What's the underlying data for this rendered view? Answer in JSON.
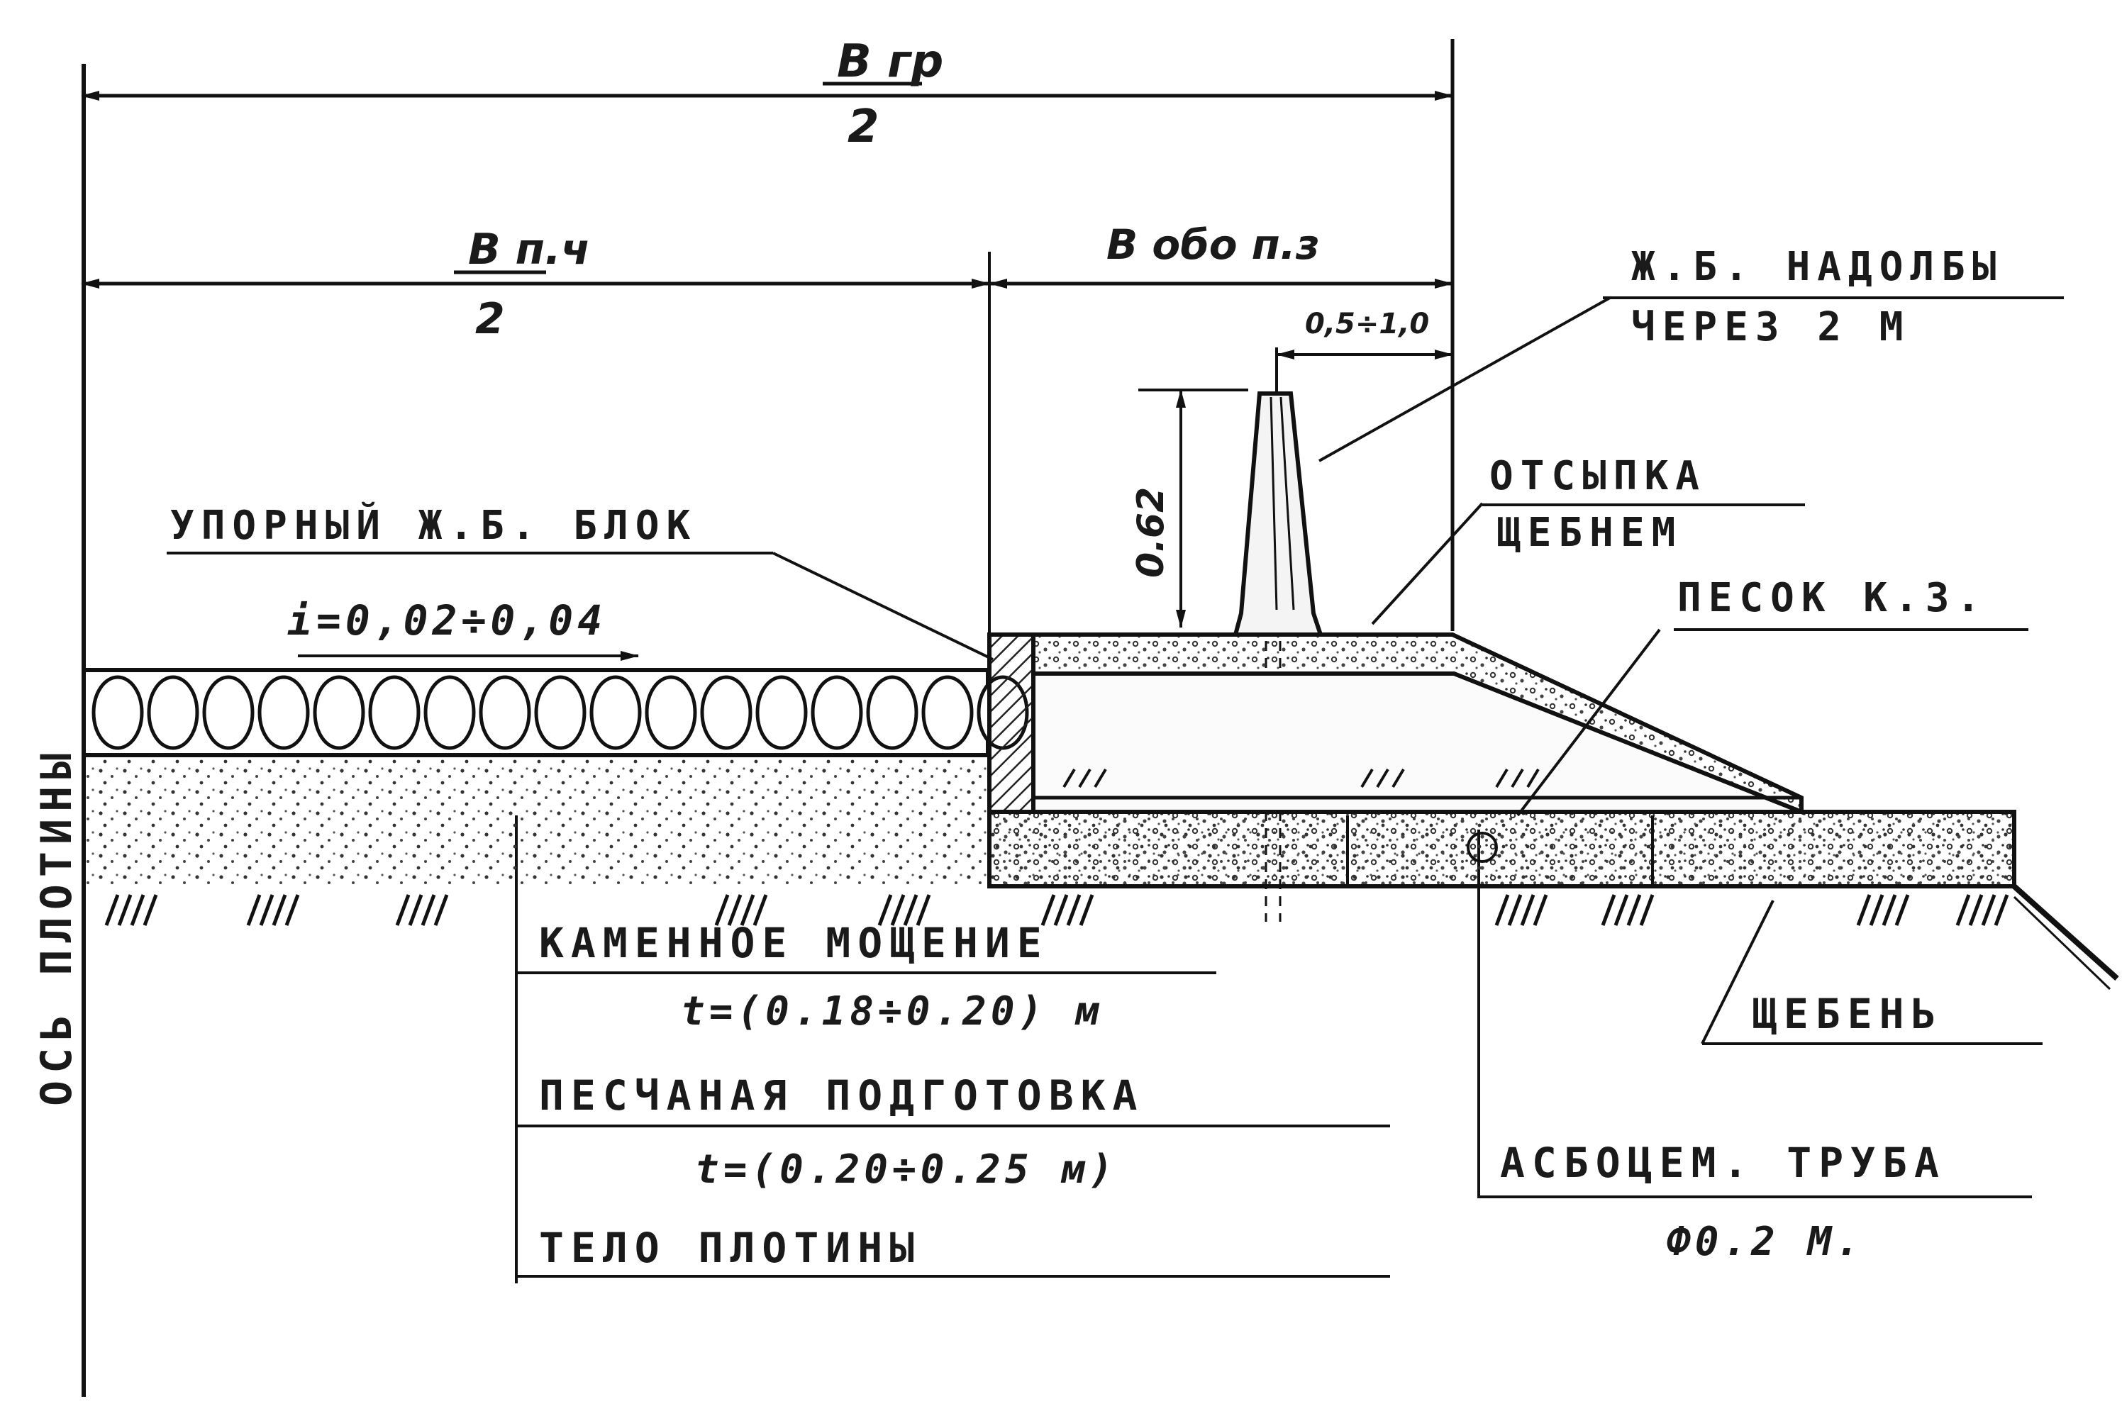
{
  "dimensions": {
    "b_gr_top": "B гр",
    "b_gr_bottom": "2",
    "b_pch_top": "B п.ч",
    "b_pch_bottom": "2",
    "b_obochina": "B обо п.з",
    "top_offset": "0,5÷1,0",
    "height": "0.62"
  },
  "labels": {
    "nadolby_line1": "Ж.Б. НАДОЛБЫ",
    "nadolby_line2": "ЧЕРЕЗ 2 М",
    "otsypka_line1": "ОТСЫПКА",
    "otsypka_line2": "ЩЕБНЕМ",
    "pesok": "ПЕСОК К.З.",
    "upor_block": "УПОРНЫЙ Ж.Б. БЛОК",
    "slope": "i=0,02÷0,04",
    "moshchenie_line1": "КАМЕННОЕ МОЩЕНИЕ",
    "moshchenie_line2": "t=(0.18÷0.20) м",
    "podgotovka_line1": "ПЕСЧАНАЯ ПОДГОТОВКА",
    "podgotovka_line2": "t=(0.20÷0.25 м)",
    "telo": "ТЕЛО ПЛОТИНЫ",
    "shcheben": "ЩЕБЕНЬ",
    "truba_line1": "АСБОЦЕМ. ТРУБА",
    "truba_line2": "Ф0.2 М.",
    "axis": "ОСЬ ПЛОТИНЫ"
  }
}
